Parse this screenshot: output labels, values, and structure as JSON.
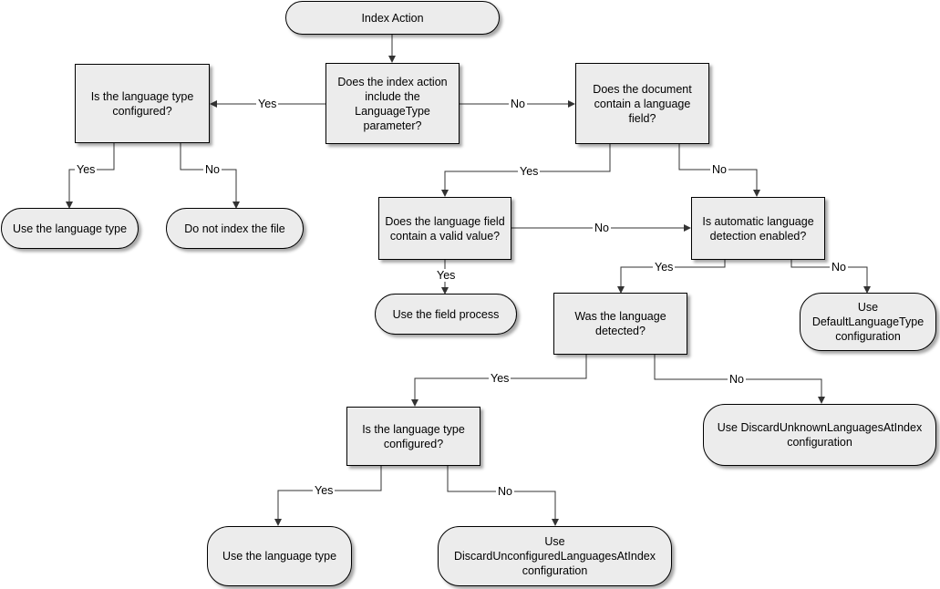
{
  "nodes": {
    "start": "Index Action",
    "q_param": "Does the index action include the LanguageType parameter?",
    "q_type_left": "Is the language type configured?",
    "q_doc_field": "Does the document contain a language field?",
    "use_type_left": "Use the language type",
    "no_index": "Do not index the file",
    "q_valid": "Does the language field contain a valid value?",
    "q_auto": "Is automatic language detection enabled?",
    "use_field": "Use the field process",
    "q_detected": "Was the language detected?",
    "use_default": "Use DefaultLanguageType configuration",
    "use_unknown": "Use DiscardUnknownLanguagesAtIndex configuration",
    "q_type_bottom": "Is the language type configured?",
    "use_type_bottom": "Use the language type",
    "use_unconfigured": "Use DiscardUnconfiguredLanguagesAtIndex configuration"
  },
  "labels": {
    "yes": "Yes",
    "no": "No"
  }
}
